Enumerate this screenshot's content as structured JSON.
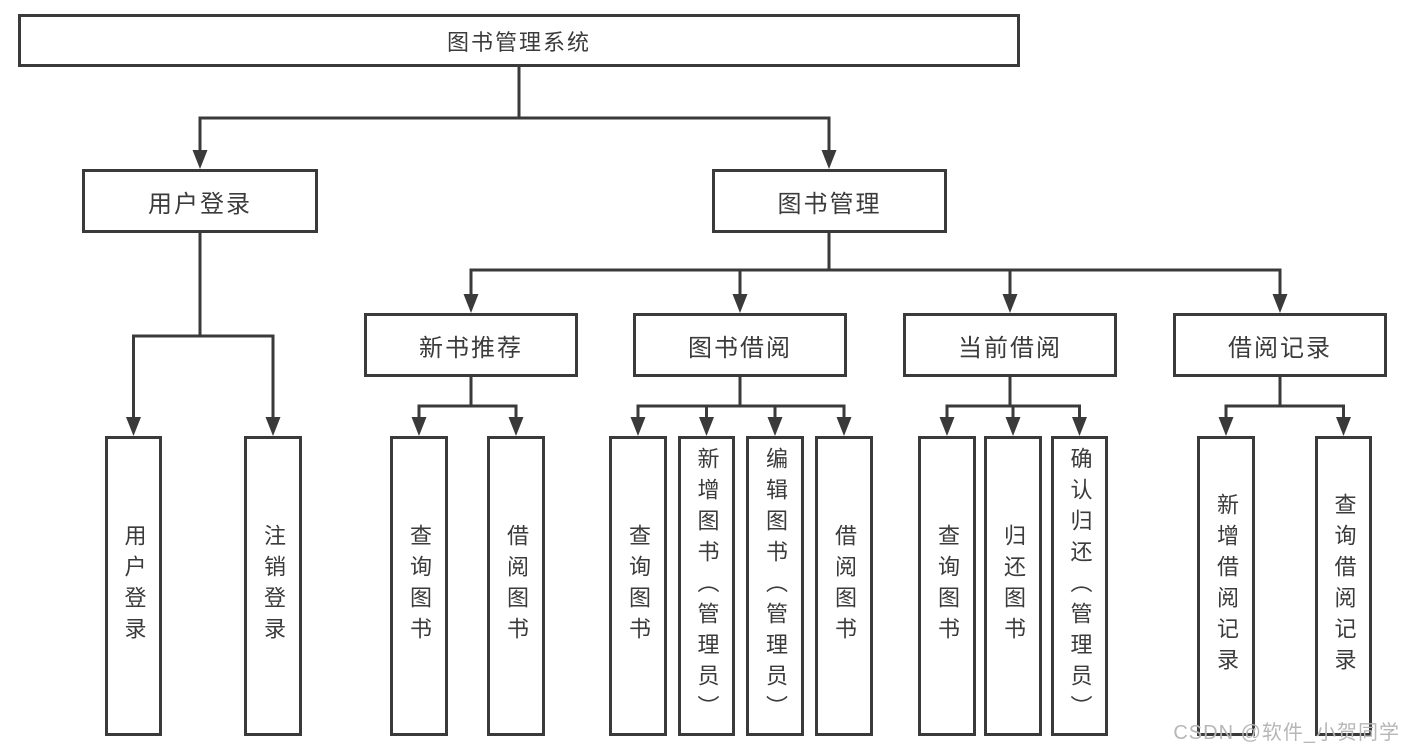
{
  "diagram_title": "图书管理系统",
  "tree": {
    "label": "图书管理系统",
    "children": [
      {
        "label": "用户登录",
        "children": [
          {
            "label": "用户登录"
          },
          {
            "label": "注销登录"
          }
        ]
      },
      {
        "label": "图书管理",
        "children": [
          {
            "label": "新书推荐",
            "children": [
              {
                "label": "查询图书"
              },
              {
                "label": "借阅图书"
              }
            ]
          },
          {
            "label": "图书借阅",
            "children": [
              {
                "label": "查询图书"
              },
              {
                "label": "新增图书（管理员）"
              },
              {
                "label": "编辑图书（管理员）"
              },
              {
                "label": "借阅图书"
              }
            ]
          },
          {
            "label": "当前借阅",
            "children": [
              {
                "label": "查询图书"
              },
              {
                "label": "归还图书"
              },
              {
                "label": "确认归还（管理员）"
              }
            ]
          },
          {
            "label": "借阅记录",
            "children": [
              {
                "label": "新增借阅记录"
              },
              {
                "label": "查询借阅记录"
              }
            ]
          }
        ]
      }
    ]
  },
  "watermark": "CSDN @软件_小贺同学",
  "colors": {
    "line": "#3a3a3a",
    "text": "#3b3b3b",
    "watermark": "#b8b6b7",
    "background": "#ffffff"
  }
}
